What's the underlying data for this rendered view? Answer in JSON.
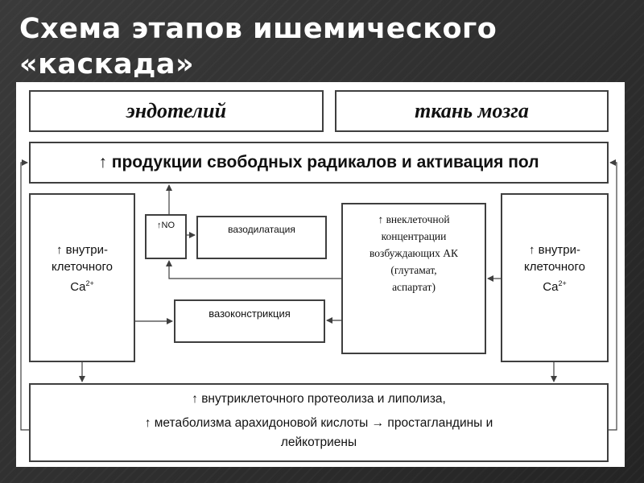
{
  "title": "Схема этапов ишемического «каскада»",
  "headers": {
    "endothelium": "эндотелий",
    "brain_tissue": "ткань мозга"
  },
  "free_radicals": "↑ продукции свободных радикалов и активация пол",
  "left_calcium": {
    "line1": "↑ внутри-",
    "line2": "клеточного",
    "ion": "Ca",
    "charge": "2+"
  },
  "no_box": "↑NO",
  "vasodilation": "вазодилатация",
  "vasoconstriction": "вазоконстрикция",
  "extracellular": {
    "line1": "↑ внеклеточной",
    "line2": "концентрации",
    "line3": "возбуждающих АК",
    "line4": "(глутамат,",
    "line5": "аспартат)"
  },
  "right_calcium": {
    "line1": "↑ внутри-",
    "line2": "клеточного",
    "ion": "Ca",
    "charge": "2+"
  },
  "bottom": {
    "line1": "↑ внутриклеточного протеолиза и липолиза,",
    "line2": "↑ метаболизма арахидоновой кислоты → простагландины и",
    "line3": "лейкотриены"
  },
  "colors": {
    "background": "#2e2e2e",
    "panel": "#ffffff",
    "stroke": "#3f3f3f",
    "title": "#ffffff"
  }
}
